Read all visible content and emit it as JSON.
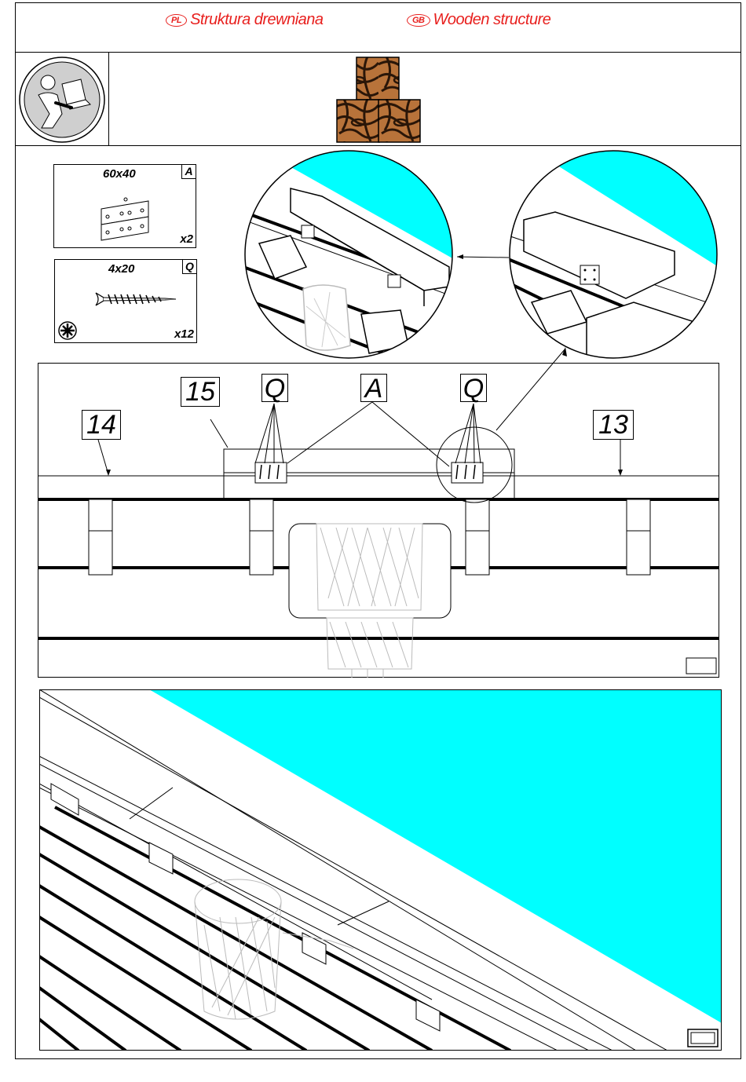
{
  "header": {
    "pl_badge": "PL",
    "pl_title": "Struktura drewniana",
    "gb_badge": "GB",
    "gb_title": "Wooden structure"
  },
  "icons": {
    "manual": "read-manual-icon",
    "wood": "wood-blocks-icon"
  },
  "parts": [
    {
      "size": "60x40",
      "letter": "A",
      "qty": "x2"
    },
    {
      "size": "4x20",
      "letter": "Q",
      "qty": "x12"
    }
  ],
  "callouts": {
    "c15": "15",
    "c14": "14",
    "c13": "13",
    "q_left": "Q",
    "a": "A",
    "q_right": "Q"
  },
  "colors": {
    "title": "#e8201e",
    "water": "#00ffff",
    "wood_light": "#b8733a",
    "wood_dark": "#2a1608"
  }
}
